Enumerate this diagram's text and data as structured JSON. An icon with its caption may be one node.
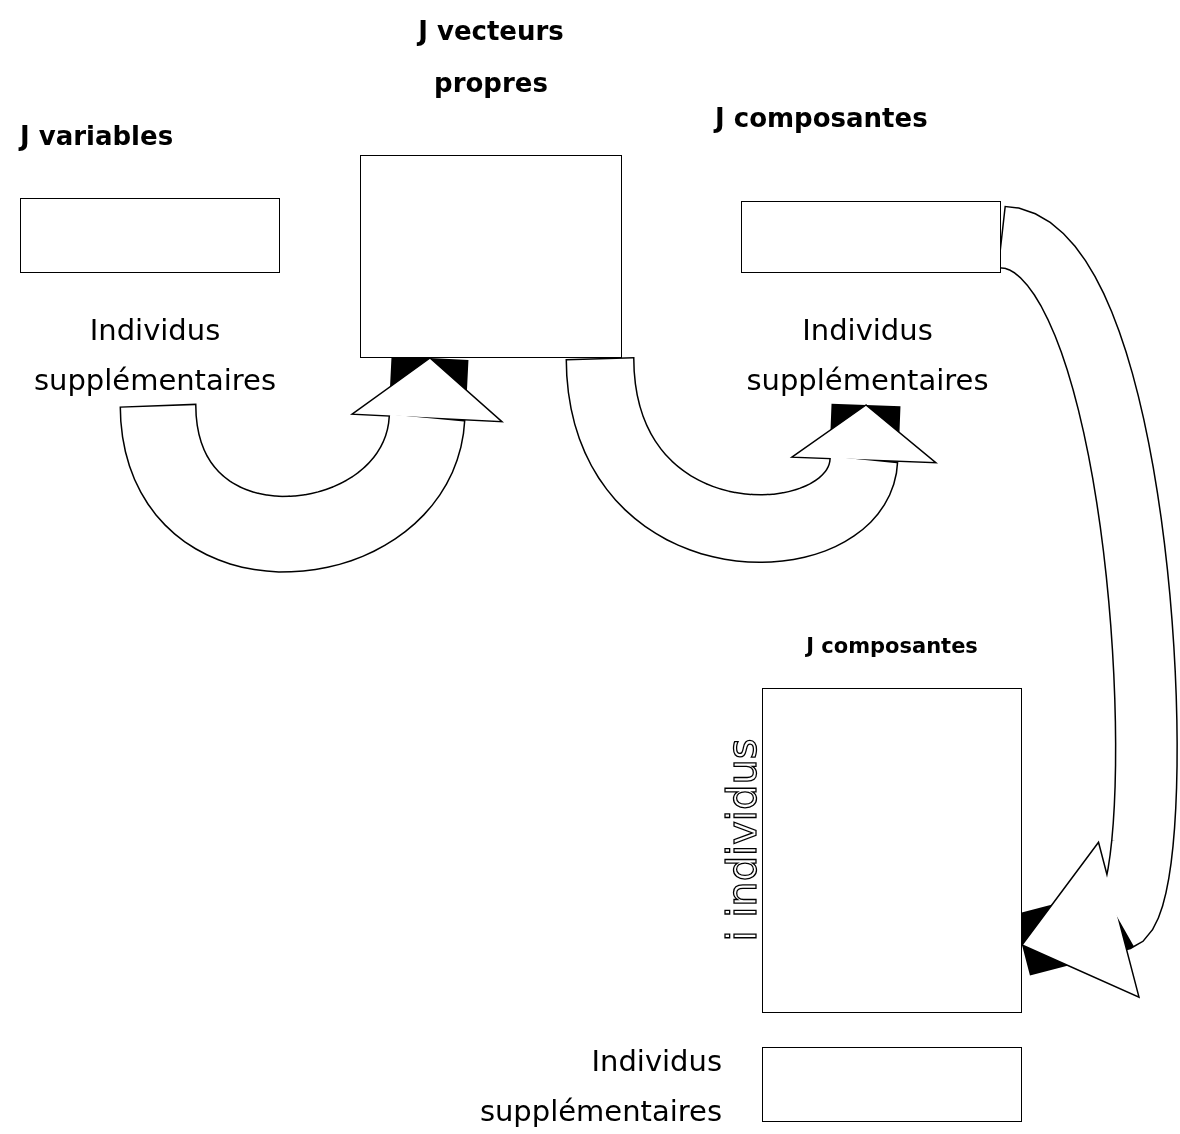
{
  "diagram": {
    "nodes": [
      {
        "text": [
          "J variables"
        ]
      },
      {
        "text": [
          "Individus supplémentaires"
        ]
      },
      {
        "text": [
          "J vecteurs propres"
        ]
      },
      {
        "text": [
          "J composantes"
        ]
      },
      {
        "text": [
          "Individus supplémentaires"
        ]
      },
      {
        "text": [
          "J composantes",
          "i individus"
        ]
      },
      {
        "text": [],
        "shape": "box",
        "beside": [
          "Individus supplémentaires"
        ]
      }
    ],
    "edges": [
      {
        "from": 1,
        "to": 2,
        "arrow": "to"
      },
      {
        "from": 2,
        "to": 4,
        "arrow": "to"
      },
      {
        "from": 3,
        "to": 5,
        "arrow": "to"
      }
    ]
  }
}
